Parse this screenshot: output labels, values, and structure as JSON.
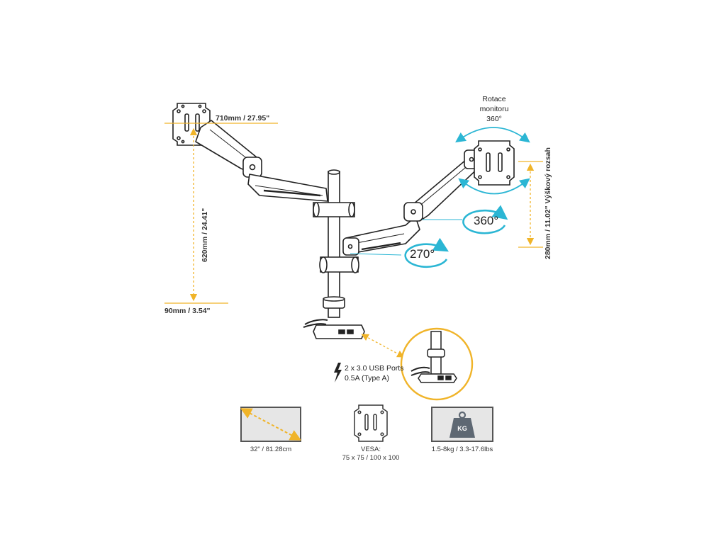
{
  "dimensions": {
    "reach": "710mm / 27.95\"",
    "height": "620mm / 24.41\"",
    "base_offset": "90mm / 3.54\"",
    "height_range": "280mm / 11.02\" Výškový rozsah"
  },
  "rotation": {
    "monitor_title_line1": "Rotace",
    "monitor_title_line2": "monitoru",
    "monitor_value": "360°",
    "arm_360": "360°",
    "arm_270": "270°"
  },
  "usb": {
    "line1": "2 x 3.0 USB Ports",
    "line2": "0.5A (Type A)"
  },
  "specs": {
    "screen_size": "32\" / 81.28cm",
    "vesa_line1": "VESA:",
    "vesa_line2": "75 x 75 / 100 x 100",
    "weight": "1.5-8kg / 3.3-17.6lbs",
    "weight_badge": "KG"
  },
  "colors": {
    "accent_yellow": "#f0b429",
    "accent_cyan": "#2bb6d4",
    "line": "#222222",
    "panel_gray": "#e6e6e6",
    "icon_gray": "#5e6873"
  },
  "icons": [
    "vesa-plate-icon",
    "lightning-icon",
    "weight-kg-icon",
    "screen-diagonal-icon"
  ]
}
